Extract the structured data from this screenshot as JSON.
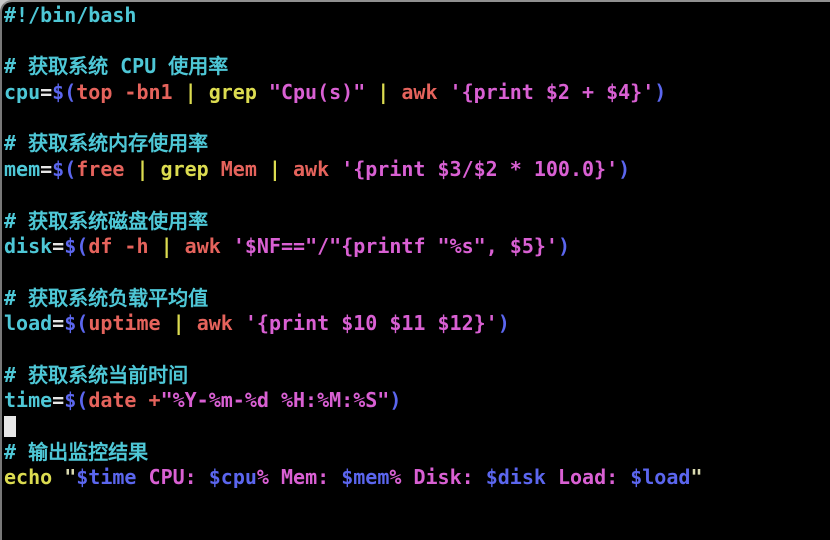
{
  "terminal": {
    "background": "#000000",
    "window_edge_color": "#c9c9c9",
    "cursor_color": "#e8e8e8",
    "palette": {
      "cyan": "#4ec7d6",
      "red": "#e5635c",
      "yellow": "#dcdc50",
      "magenta": "#d960d3",
      "blue": "#5b66ee",
      "white": "#e6e6e6",
      "quote": "#d9d9b0"
    },
    "lines": [
      {
        "tokens": [
          {
            "t": "#!/bin/bash",
            "c": "cyan"
          }
        ]
      },
      {
        "tokens": []
      },
      {
        "tokens": [
          {
            "t": "# 获取系统 CPU 使用率",
            "c": "cyan"
          }
        ]
      },
      {
        "tokens": [
          {
            "t": "cpu",
            "c": "cyan"
          },
          {
            "t": "=",
            "c": "white"
          },
          {
            "t": "$(",
            "c": "blue"
          },
          {
            "t": "top -bn1",
            "c": "red"
          },
          {
            "t": " | grep ",
            "c": "yellow"
          },
          {
            "t": "\"Cpu(s)\"",
            "c": "magenta"
          },
          {
            "t": " | ",
            "c": "yellow"
          },
          {
            "t": "awk",
            "c": "red"
          },
          {
            "t": " ",
            "c": "white"
          },
          {
            "t": "'{print $2 + $4}'",
            "c": "magenta"
          },
          {
            "t": ")",
            "c": "blue"
          }
        ]
      },
      {
        "tokens": []
      },
      {
        "tokens": [
          {
            "t": "# 获取系统内存使用率",
            "c": "cyan"
          }
        ]
      },
      {
        "tokens": [
          {
            "t": "mem",
            "c": "cyan"
          },
          {
            "t": "=",
            "c": "white"
          },
          {
            "t": "$(",
            "c": "blue"
          },
          {
            "t": "free",
            "c": "red"
          },
          {
            "t": " | grep ",
            "c": "yellow"
          },
          {
            "t": "Mem",
            "c": "red"
          },
          {
            "t": " | ",
            "c": "yellow"
          },
          {
            "t": "awk",
            "c": "red"
          },
          {
            "t": " ",
            "c": "white"
          },
          {
            "t": "'{print $3/$2 * 100.0}'",
            "c": "magenta"
          },
          {
            "t": ")",
            "c": "blue"
          }
        ]
      },
      {
        "tokens": []
      },
      {
        "tokens": [
          {
            "t": "# 获取系统磁盘使用率",
            "c": "cyan"
          }
        ]
      },
      {
        "tokens": [
          {
            "t": "disk",
            "c": "cyan"
          },
          {
            "t": "=",
            "c": "white"
          },
          {
            "t": "$(",
            "c": "blue"
          },
          {
            "t": "df -h",
            "c": "red"
          },
          {
            "t": " | ",
            "c": "yellow"
          },
          {
            "t": "awk",
            "c": "red"
          },
          {
            "t": " ",
            "c": "white"
          },
          {
            "t": "'$NF==\"/\"{printf \"%s\", $5}'",
            "c": "magenta"
          },
          {
            "t": ")",
            "c": "blue"
          }
        ]
      },
      {
        "tokens": []
      },
      {
        "tokens": [
          {
            "t": "# 获取系统负载平均值",
            "c": "cyan"
          }
        ]
      },
      {
        "tokens": [
          {
            "t": "load",
            "c": "cyan"
          },
          {
            "t": "=",
            "c": "white"
          },
          {
            "t": "$(",
            "c": "blue"
          },
          {
            "t": "uptime",
            "c": "red"
          },
          {
            "t": " | ",
            "c": "yellow"
          },
          {
            "t": "awk",
            "c": "red"
          },
          {
            "t": " ",
            "c": "white"
          },
          {
            "t": "'{print $10 $11 $12}'",
            "c": "magenta"
          },
          {
            "t": ")",
            "c": "blue"
          }
        ]
      },
      {
        "tokens": []
      },
      {
        "tokens": [
          {
            "t": "# 获取系统当前时间",
            "c": "cyan"
          }
        ]
      },
      {
        "tokens": [
          {
            "t": "time",
            "c": "cyan"
          },
          {
            "t": "=",
            "c": "white"
          },
          {
            "t": "$(",
            "c": "blue"
          },
          {
            "t": "date +",
            "c": "red"
          },
          {
            "t": "\"%Y-%m-%d %H:%M:%S\"",
            "c": "magenta"
          },
          {
            "t": ")",
            "c": "blue"
          }
        ]
      },
      {
        "cursor": true,
        "tokens": []
      },
      {
        "tokens": [
          {
            "t": "# 输出监控结果",
            "c": "cyan"
          }
        ]
      },
      {
        "tokens": [
          {
            "t": "echo",
            "c": "yellow"
          },
          {
            "t": " ",
            "c": "white"
          },
          {
            "t": "\"",
            "c": "quote"
          },
          {
            "t": "$time",
            "c": "blue"
          },
          {
            "t": " CPU: ",
            "c": "magenta"
          },
          {
            "t": "$cpu",
            "c": "blue"
          },
          {
            "t": "% Mem: ",
            "c": "magenta"
          },
          {
            "t": "$mem",
            "c": "blue"
          },
          {
            "t": "% Disk: ",
            "c": "magenta"
          },
          {
            "t": "$disk",
            "c": "blue"
          },
          {
            "t": " Load: ",
            "c": "magenta"
          },
          {
            "t": "$load",
            "c": "blue"
          },
          {
            "t": "\"",
            "c": "quote"
          }
        ]
      }
    ]
  }
}
